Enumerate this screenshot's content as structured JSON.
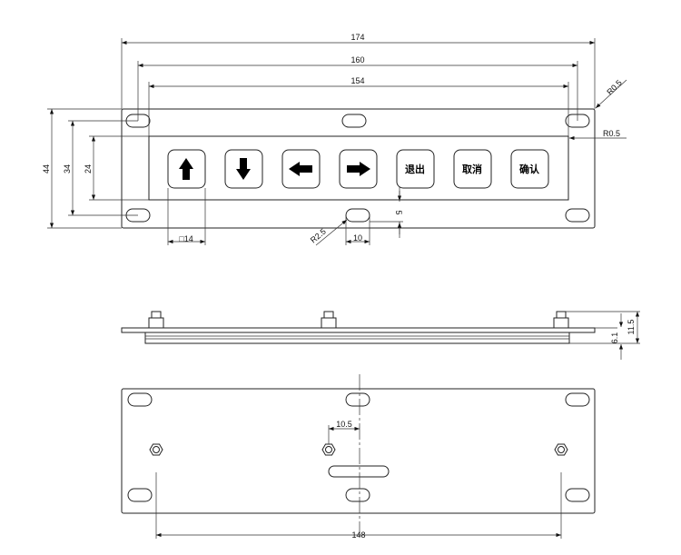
{
  "dimensions": {
    "overall_width": "174",
    "slot_pitch": "160",
    "window_width": "154",
    "overall_height": "44",
    "slot_vertical_pitch": "34",
    "window_height": "24",
    "corner_radius_outer": "R0.5",
    "corner_radius_inner": "R0.5",
    "key_size": "□14",
    "slot_radius": "R2.5",
    "slot_length": "10",
    "slot_offset": "5",
    "total_thickness": "11.5",
    "body_thickness": "6.1",
    "stud_offset": "10.5",
    "stud_pitch": "148"
  },
  "keys": [
    {
      "icon": "arrow-up"
    },
    {
      "icon": "arrow-down"
    },
    {
      "icon": "arrow-left"
    },
    {
      "icon": "arrow-right"
    },
    {
      "label": "退出"
    },
    {
      "label": "取消"
    },
    {
      "label": "确认"
    }
  ]
}
